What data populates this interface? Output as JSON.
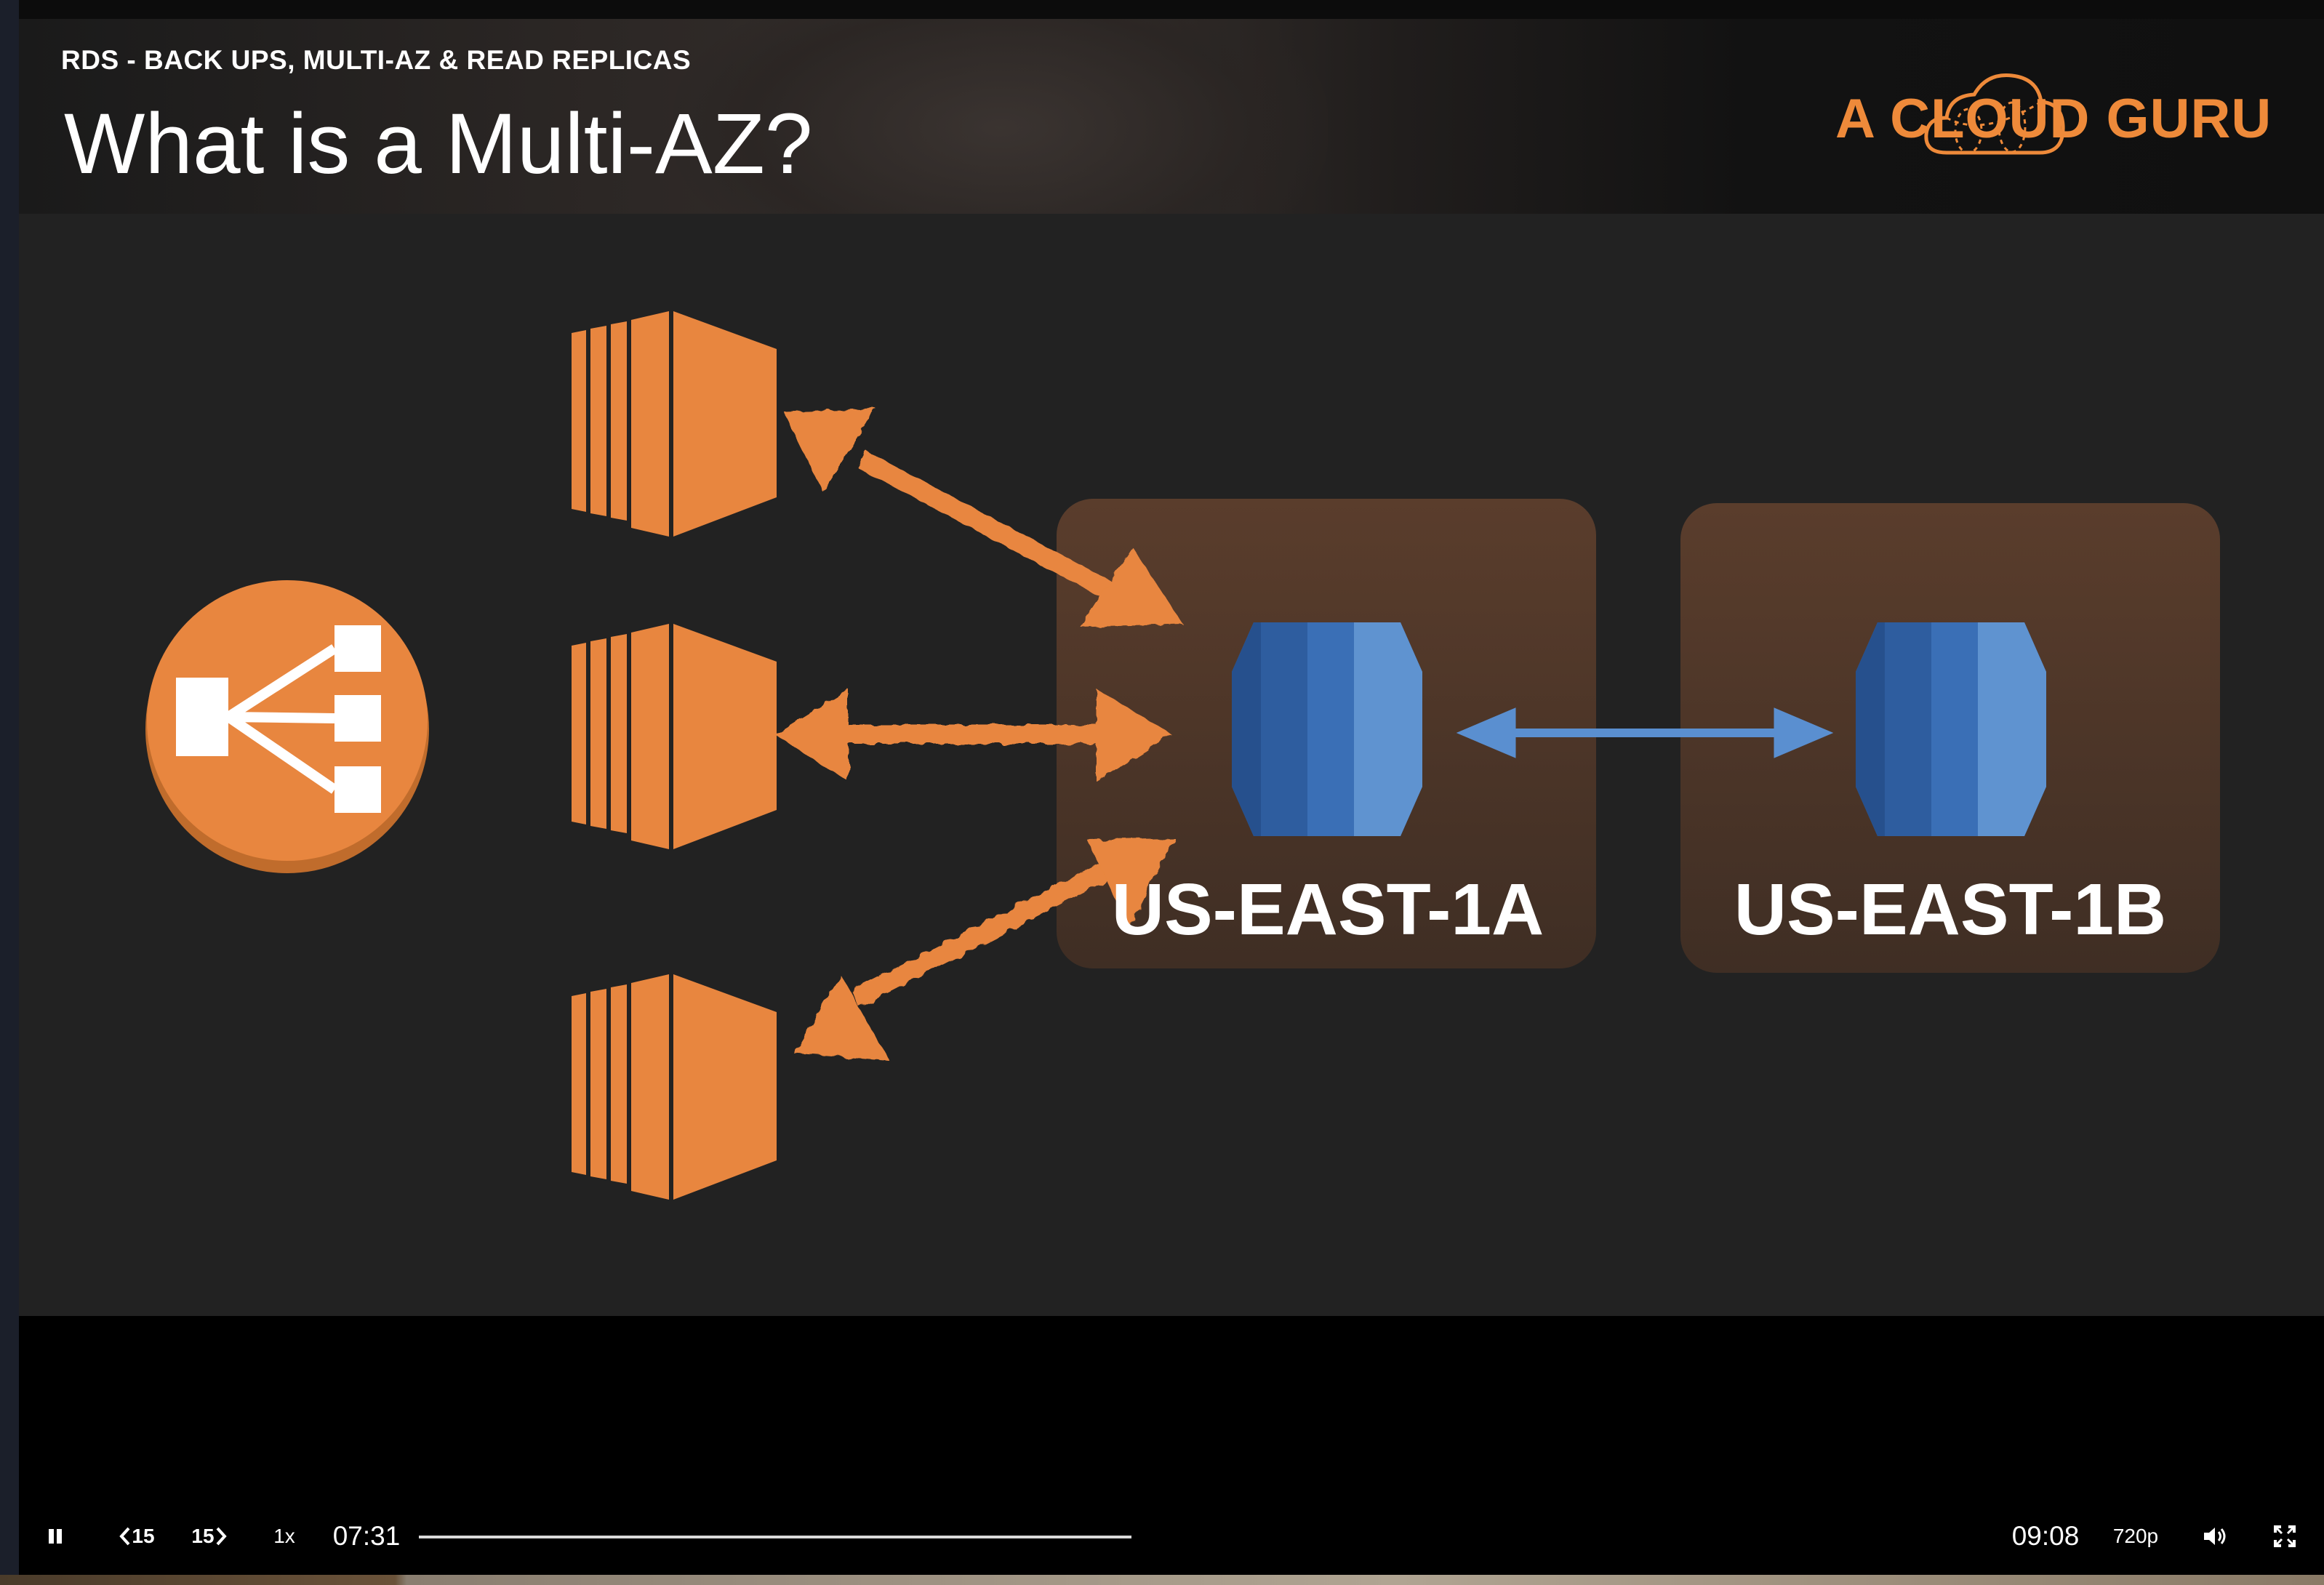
{
  "slide": {
    "section_label": "RDS - BACK UPS, MULTI-AZ & READ REPLICAS",
    "title": "What is a Multi-AZ?",
    "brand": "A CLOUD GURU",
    "brand_color": "#ee8a3a"
  },
  "diagram": {
    "load_balancer_icon": "elastic-load-balancer-icon",
    "ec2_icon": "ec2-instance-icon",
    "rds_icon": "rds-database-icon",
    "zones": [
      {
        "label": "US-EAST-1A"
      },
      {
        "label": "US-EAST-1B"
      }
    ],
    "colors": {
      "orange": "#e8863f",
      "db_blue": "#3a6fb6",
      "sync_arrow": "#5a8fd0",
      "zone_fill": "#54392a"
    }
  },
  "player": {
    "icons": {
      "pause": "pause-icon",
      "rewind": "rewind-15-icon",
      "forward": "forward-15-icon",
      "volume": "volume-icon",
      "fullscreen": "fullscreen-icon"
    },
    "rewind_label": "15",
    "forward_label": "15",
    "speed": "1x",
    "elapsed": "07:31",
    "duration": "09:08",
    "quality": "720p"
  }
}
